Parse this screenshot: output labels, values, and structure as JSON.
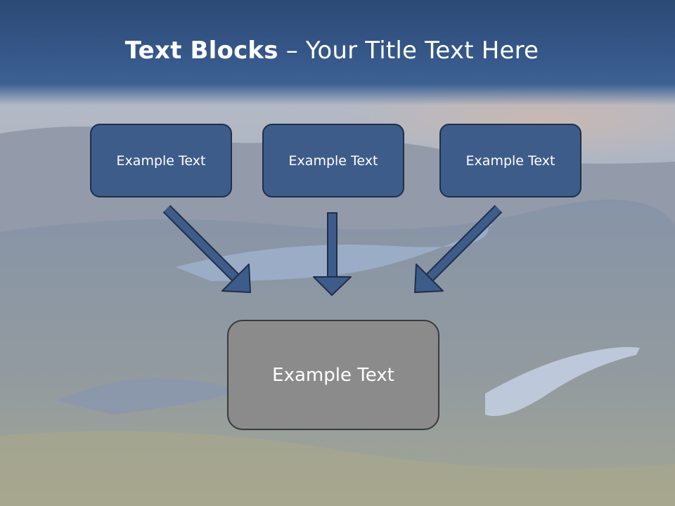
{
  "title": {
    "bold": "Text Blocks",
    "dash": " – ",
    "rest": "Your Title Text Here"
  },
  "blocks": {
    "top": [
      "Example Text",
      "Example Text",
      "Example Text"
    ],
    "bottom": "Example Text"
  },
  "colors": {
    "header": "#36588a",
    "box_fill": "#3e5c89",
    "box_border": "#1f2f4b",
    "bottom_fill": "#8b8b8b",
    "arrow_fill": "#3e5c89"
  }
}
